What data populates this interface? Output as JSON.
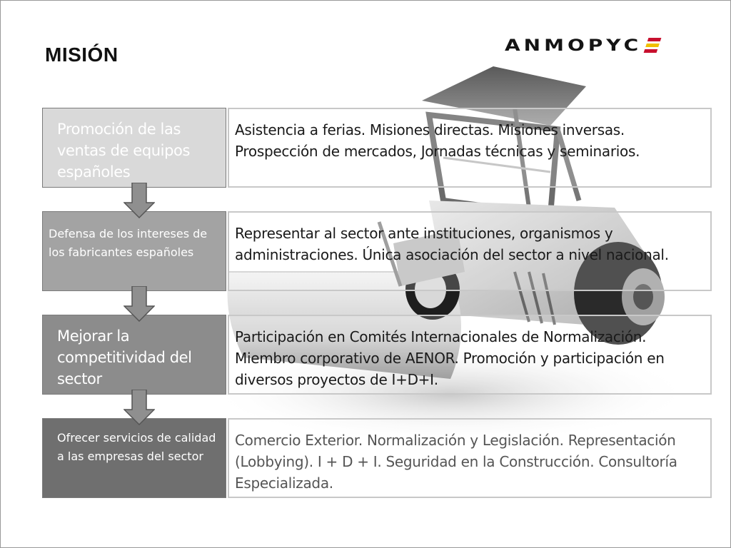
{
  "title": "MISIÓN",
  "logo": {
    "text": "ANMOPYC",
    "flag_colors": [
      "#c8102e",
      "#f1bf00",
      "#c8102e"
    ]
  },
  "rows": [
    {
      "left": "Promoción de las ventas de equipos españoles",
      "right": "Asistencia a ferias. Misiones directas. Misiones inversas. Prospección de mercados, Jornadas técnicas y seminarios."
    },
    {
      "left": "Defensa de los intereses de los fabricantes españoles",
      "right": "Representar al sector ante instituciones, organismos y administraciones. Única asociación del sector a nivel nacional."
    },
    {
      "left": "Mejorar la competitividad del sector",
      "right": "Participación en Comités Internacionales de Normalización. Miembro corporativo de AENOR. Promoción y participación en diversos proyectos de I+D+I."
    },
    {
      "left": "Ofrecer servicios de calidad a las empresas del sector",
      "right": "Comercio Exterior. Normalización y Legislación. Representación (Lobbying). I + D + I. Seguridad en la Construcción. Consultoría Especializada."
    }
  ]
}
